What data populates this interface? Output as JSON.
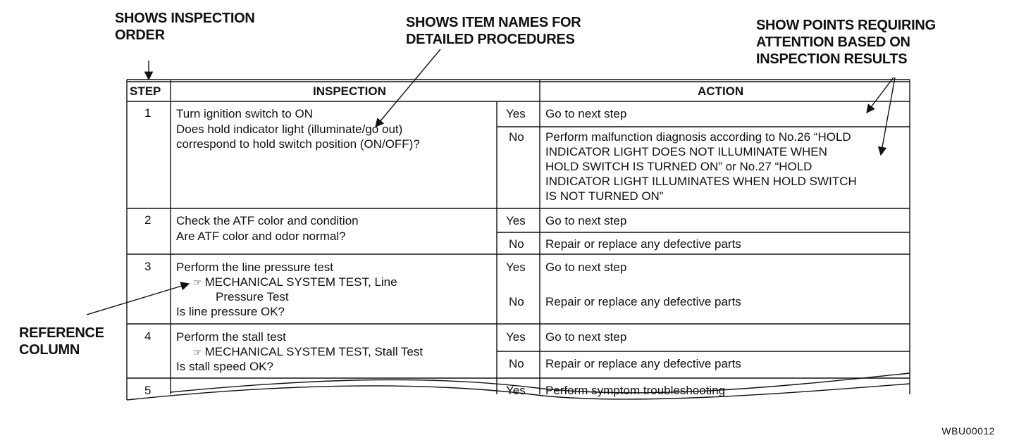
{
  "callouts": {
    "order": [
      "SHOWS INSPECTION",
      "ORDER"
    ],
    "items": [
      "SHOWS ITEM NAMES FOR",
      "DETAILED PROCEDURES"
    ],
    "points": [
      "SHOW POINTS REQUIRING",
      "ATTENTION BASED ON",
      "INSPECTION RESULTS"
    ],
    "reference": [
      "REFERENCE",
      "COLUMN"
    ]
  },
  "table": {
    "headers": {
      "step": "STEP",
      "inspection": "INSPECTION",
      "action": "ACTION"
    },
    "ref_icon": "icon-pointing-hand",
    "rows": [
      {
        "step": "1",
        "inspection": [
          "Turn ignition switch to ON",
          "Does hold indicator light (illuminate/go out)",
          "correspond to hold switch position (ON/OFF)?"
        ],
        "yes": "Yes",
        "yes_action": [
          "Go to next step"
        ],
        "no": "No",
        "no_action": [
          "Perform malfunction diagnosis according to No.26 “HOLD",
          "INDICATOR LIGHT DOES NOT ILLUMINATE WHEN",
          "HOLD SWITCH IS TURNED ON” or No.27 “HOLD",
          "INDICATOR LIGHT ILLUMINATES WHEN HOLD SWITCH",
          "IS NOT TURNED ON”"
        ]
      },
      {
        "step": "2",
        "inspection": [
          "Check the ATF color and condition",
          "Are ATF color and odor normal?"
        ],
        "yes": "Yes",
        "yes_action": [
          "Go to next step"
        ],
        "no": "No",
        "no_action": [
          "Repair or replace any defective parts"
        ]
      },
      {
        "step": "3",
        "inspection": [
          "Perform the line pressure test",
          "MECHANICAL SYSTEM TEST, Line",
          "Pressure Test",
          "Is line pressure OK?"
        ],
        "yes": "Yes",
        "yes_action": [
          "Go to next step"
        ],
        "no": "No",
        "no_action": [
          "Repair or replace any defective parts"
        ]
      },
      {
        "step": "4",
        "inspection": [
          "Perform the stall test",
          "MECHANICAL SYSTEM TEST, Stall Test",
          "Is stall speed OK?"
        ],
        "yes": "Yes",
        "yes_action": [
          "Go to next step"
        ],
        "no": "No",
        "no_action": [
          "Repair or replace any defective parts"
        ]
      },
      {
        "step": "5",
        "yes": "Yes",
        "yes_action": [
          "Perform symptom troubleshooting"
        ]
      }
    ]
  },
  "figure_code": "WBU00012"
}
